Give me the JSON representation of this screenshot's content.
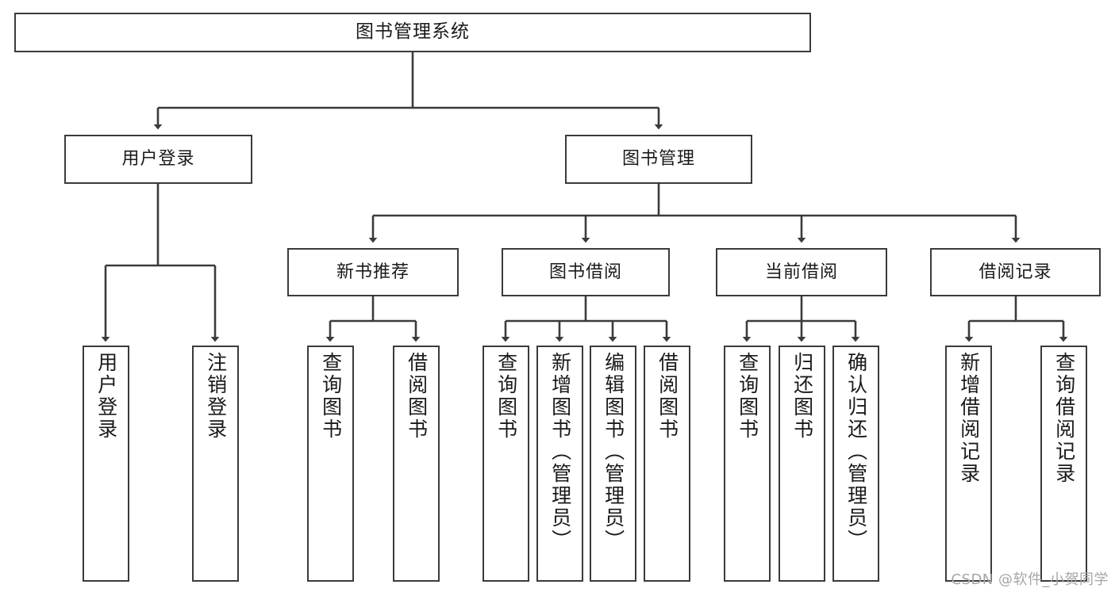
{
  "diagram": {
    "title": "图书管理系统",
    "type": "tree-hierarchy-chart",
    "watermark": "CSDN @软件_小贺同学",
    "colors": {
      "box_border": "#3b3b3b",
      "box_fill": "#ffffff",
      "edge": "#3b3b3b",
      "text": "#1a1a1a",
      "watermark": "#a6a6a6",
      "background": "#ffffff"
    },
    "root": {
      "id": "root",
      "label": "图书管理系统"
    },
    "level2": [
      {
        "id": "user-login",
        "label": "用户登录"
      },
      {
        "id": "book-manage",
        "label": "图书管理"
      }
    ],
    "level3": [
      {
        "id": "new-book-recommend",
        "label": "新书推荐"
      },
      {
        "id": "book-borrow",
        "label": "图书借阅"
      },
      {
        "id": "current-borrow",
        "label": "当前借阅"
      },
      {
        "id": "borrow-record",
        "label": "借阅记录"
      }
    ],
    "leaves": {
      "user-login": [
        {
          "id": "leaf-user-login",
          "label": "用户登录"
        },
        {
          "id": "leaf-logout-login",
          "label": "注销登录"
        }
      ],
      "new-book-recommend": [
        {
          "id": "leaf-query-book-1",
          "label": "查询图书"
        },
        {
          "id": "leaf-borrow-book-1",
          "label": "借阅图书"
        }
      ],
      "book-borrow": [
        {
          "id": "leaf-query-book-2",
          "label": "查询图书"
        },
        {
          "id": "leaf-add-book",
          "label": "新增图书（管理员）"
        },
        {
          "id": "leaf-edit-book",
          "label": "编辑图书（管理员）"
        },
        {
          "id": "leaf-borrow-book-2",
          "label": "借阅图书"
        }
      ],
      "current-borrow": [
        {
          "id": "leaf-query-book-3",
          "label": "查询图书"
        },
        {
          "id": "leaf-return-book",
          "label": "归还图书"
        },
        {
          "id": "leaf-confirm-return",
          "label": "确认归还（管理员）"
        }
      ],
      "borrow-record": [
        {
          "id": "leaf-add-record",
          "label": "新增借阅记录"
        },
        {
          "id": "leaf-query-record",
          "label": "查询借阅记录"
        }
      ]
    }
  }
}
